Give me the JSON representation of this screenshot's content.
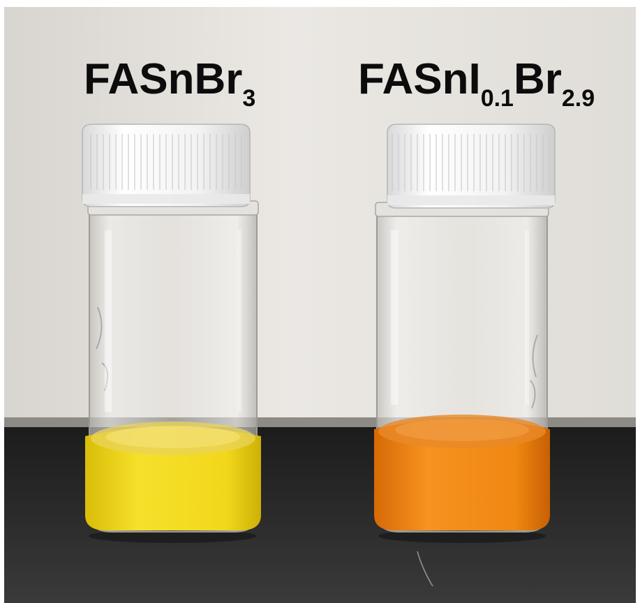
{
  "labels": {
    "left": {
      "main": "FASnBr",
      "sub": "3"
    },
    "right": {
      "main1": "FASnI",
      "sub1": "0.1",
      "main2": "Br",
      "sub2": "2.9"
    }
  },
  "colors": {
    "wall": "#e4e1dc",
    "bench": "#2a2a2a",
    "cap": "#f4f4f4",
    "powder_left": "#f1d81a",
    "powder_right": "#f08a10"
  }
}
